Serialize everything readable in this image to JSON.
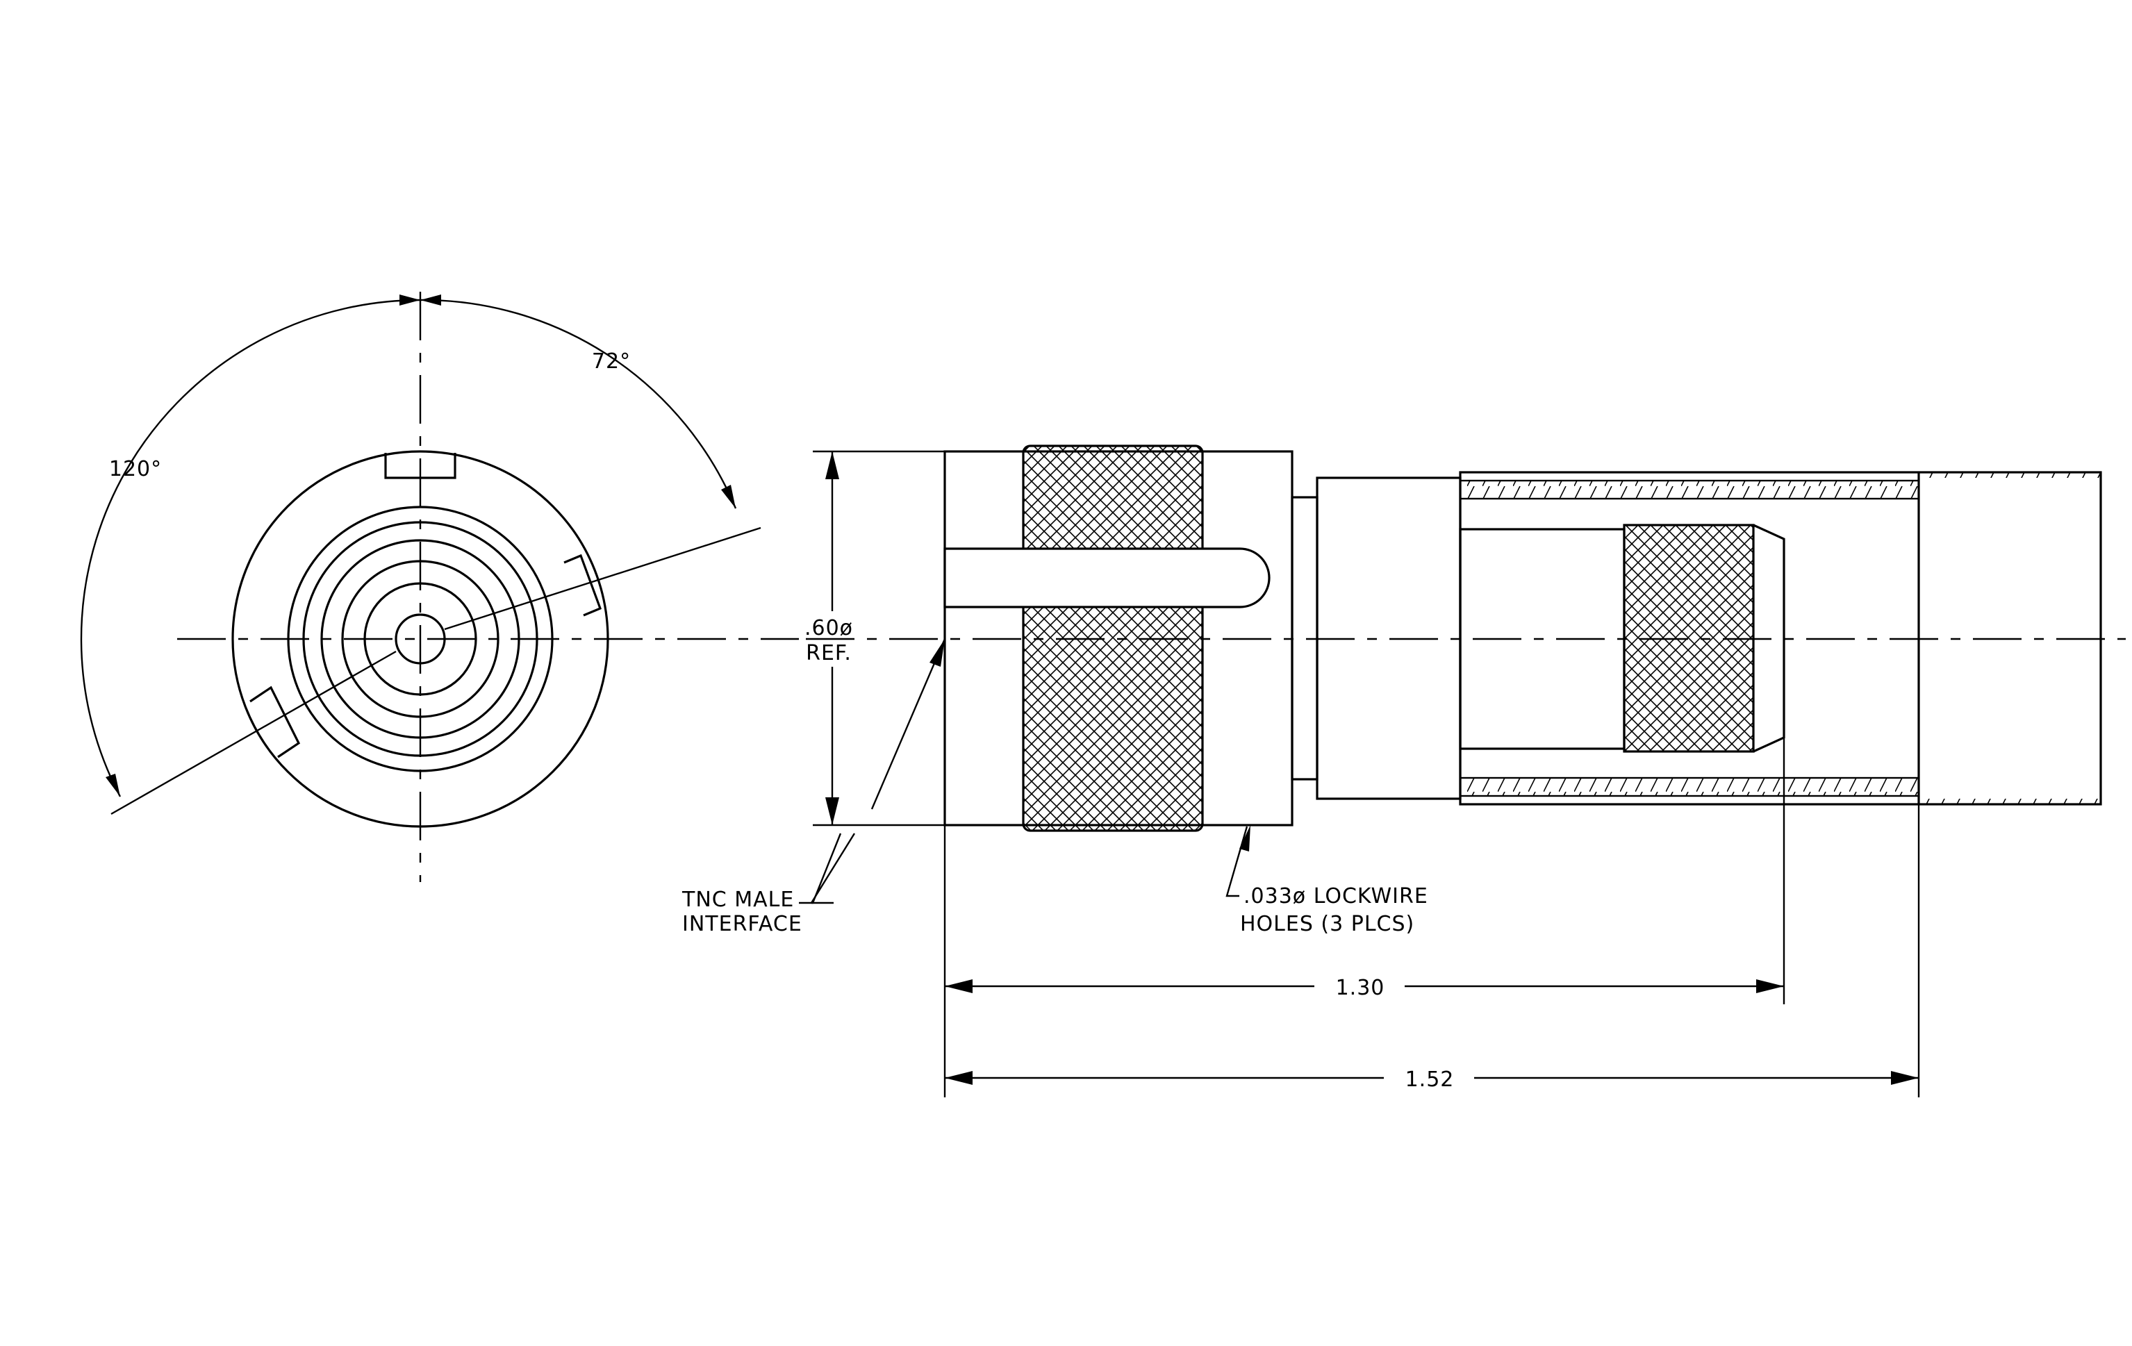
{
  "drawing": {
    "end_view": {
      "angle_left": "120°",
      "angle_right": "72°"
    },
    "callouts": {
      "diameter_value": ".60ø",
      "diameter_ref": "REF.",
      "interface_line1": "TNC  MALE",
      "interface_line2": "INTERFACE",
      "lockwire_line1": ".033ø  LOCKWIRE",
      "lockwire_line2": "HOLES  (3  PLCS)"
    },
    "dimensions": {
      "length_short": "1.30",
      "length_long": "1.52"
    }
  }
}
